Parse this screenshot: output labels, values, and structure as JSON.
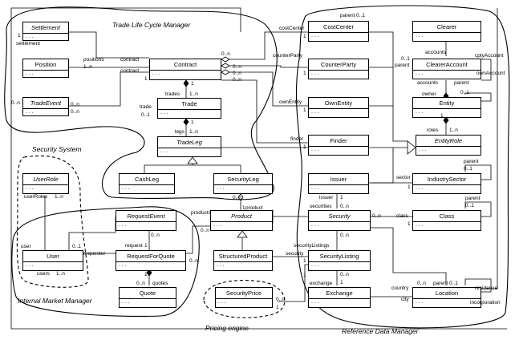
{
  "classes": {
    "settlement": {
      "name": "Settlement",
      "dots": ". . ."
    },
    "position": {
      "name": "Position",
      "dots": ". . ."
    },
    "trade_event": {
      "name": "TradeEvent",
      "dots": ". . ."
    },
    "contract": {
      "name": "Contract",
      "dots": ". . ."
    },
    "trade": {
      "name": "Trade",
      "dots": ". . ."
    },
    "trade_leg": {
      "name": "TradeLeg",
      "dots": ". . ."
    },
    "cash_leg": {
      "name": "CashLeg",
      "dots": ". . ."
    },
    "security_leg": {
      "name": "SecurityLeg",
      "dots": ". . ."
    },
    "cost_center": {
      "name": "CostCenter",
      "dots": ". . ."
    },
    "counter_party": {
      "name": "CounterParty",
      "dots": ". . ."
    },
    "own_entity": {
      "name": "OwnEntity",
      "dots": ". . ."
    },
    "finder": {
      "name": "Finder",
      "dots": ". . ."
    },
    "issuer": {
      "name": "Issuer",
      "dots": ". . ."
    },
    "clearer": {
      "name": "Clearer",
      "dots": ". . ."
    },
    "clearer_account": {
      "name": "ClearerAccount",
      "dots": ". . ."
    },
    "entity": {
      "name": "Entity",
      "dots": ". . ."
    },
    "entity_role": {
      "name": "EntityRole",
      "dots": ". . ."
    },
    "industry_sector": {
      "name": "IndustrySector",
      "dots": ". . ."
    },
    "class_box": {
      "name": "Class",
      "dots": ". . ."
    },
    "user_role": {
      "name": "UserRole",
      "dots": ". . ."
    },
    "user": {
      "name": "User",
      "dots": ". . ."
    },
    "request_event": {
      "name": "RequestEvent",
      "dots": ". . ."
    },
    "request_for_quote": {
      "name": "RequestForQuote",
      "dots": ". . ."
    },
    "quote": {
      "name": "Quote",
      "dots": ". . ."
    },
    "product": {
      "name": "Product",
      "dots": ". . ."
    },
    "structured_product": {
      "name": "StructuredProduct",
      "dots": ". . ."
    },
    "security_price": {
      "name": "SecurityPrice",
      "dots": ". . ."
    },
    "security": {
      "name": "Security",
      "dots": ". . ."
    },
    "security_listing": {
      "name": "SecurityListing",
      "dots": ". . ."
    },
    "exchange": {
      "name": "Exchange",
      "dots": ". . ."
    },
    "location": {
      "name": "Location",
      "dots": ". . ."
    }
  },
  "regions": {
    "trade_life_cycle": "Trade Life Cycle Manager",
    "security_system": "Security System",
    "internal_market": "Internal Market Manager",
    "pricing_engine": "Pricing engine",
    "reference_data": "Reference Data Manager"
  },
  "labels": {
    "settlement_role": "settlement",
    "one_settlement": "1",
    "positions": "positions",
    "one_n_positions": "1..n",
    "contract_pos": "contract",
    "contract_ev": "contract",
    "one_contract": "1",
    "zero_n_a": "0..n",
    "zero_n_b": "0..n",
    "zero_n_c": "0..n",
    "zero_n_d": "0..n",
    "zero_n_e": "0..n",
    "zero_n_f": "0..n",
    "zero_n_ev": "0..n",
    "trade_role": "trade",
    "trades_role": "trades",
    "one_n_trades": "1..n",
    "one_trade": "1",
    "one_trade2": "1",
    "zero_one_trade": "0..1",
    "legs_role": "legs",
    "one_n_legs": "1..n",
    "cost_center_role": "costCenter",
    "one_cc": "1",
    "counter_party_role": "counterParty",
    "one_cp": "1",
    "own_entity_role": "ownEntity",
    "one_oe": "1",
    "finder_role": "finder",
    "one_f": "1",
    "parent_cc": "parent",
    "zero_one_cc": "0..1",
    "accounts_role": "accounts",
    "zero_one_acc": "0..1",
    "parent_ca": "parent",
    "cpty_account": "cptyAccount",
    "own_account": "ownAccount",
    "accounts_role2": "accounts",
    "parent_en": "parent",
    "zero_one_en": "0..1",
    "owner_role": "owner",
    "one_owner": "1",
    "roles_role": "roles",
    "one_n_roles": "1..n",
    "parent_is": "parent",
    "zero_one_is": "0..1",
    "sector_role": "sector",
    "one_sector": "1",
    "parent_cl": "parent",
    "zero_one_cl": "0..1",
    "class_role": "class",
    "one_class": "1",
    "zero_n_class": "0..n",
    "issuer_role": "issuer",
    "one_issuer": "1",
    "securities_role": "securities",
    "zero_n_sec": "0..n",
    "product_role": "product",
    "one_product": "1",
    "zero_n_product": "0..n",
    "products_role": "products",
    "zero_n_products": "0..n",
    "security_role": "security",
    "one_security": "1",
    "security_listings_role": "securityListings",
    "zero_n_listings": "0..n",
    "exchange_role": "exchange",
    "one_exchange": "1",
    "zero_n_exch": "0..n",
    "country_role": "country",
    "city_role": "city",
    "zero_n_loc": "0..n",
    "parent_loc": "parent",
    "zero_one_loc": "0..1",
    "residence_role": "residence",
    "incorporation_role": "incorporation",
    "user_role_role": "userRoles",
    "one_n_user_roles": "1..n",
    "user_role_lbl": "user",
    "zero_one_user": "0..1",
    "requester_role": "requester",
    "users_role": "users",
    "one_n_users": "1..n",
    "request_role": "request",
    "one_request": "1",
    "zero_n_req": "0..n",
    "quotes_role": "quotes",
    "zero_n_quotes": "0..n",
    "one_quote": "1",
    "zero_n_price": "0..n",
    "one_price": "1",
    "zero_n_product2": "0..n",
    "one_sl": "1"
  }
}
